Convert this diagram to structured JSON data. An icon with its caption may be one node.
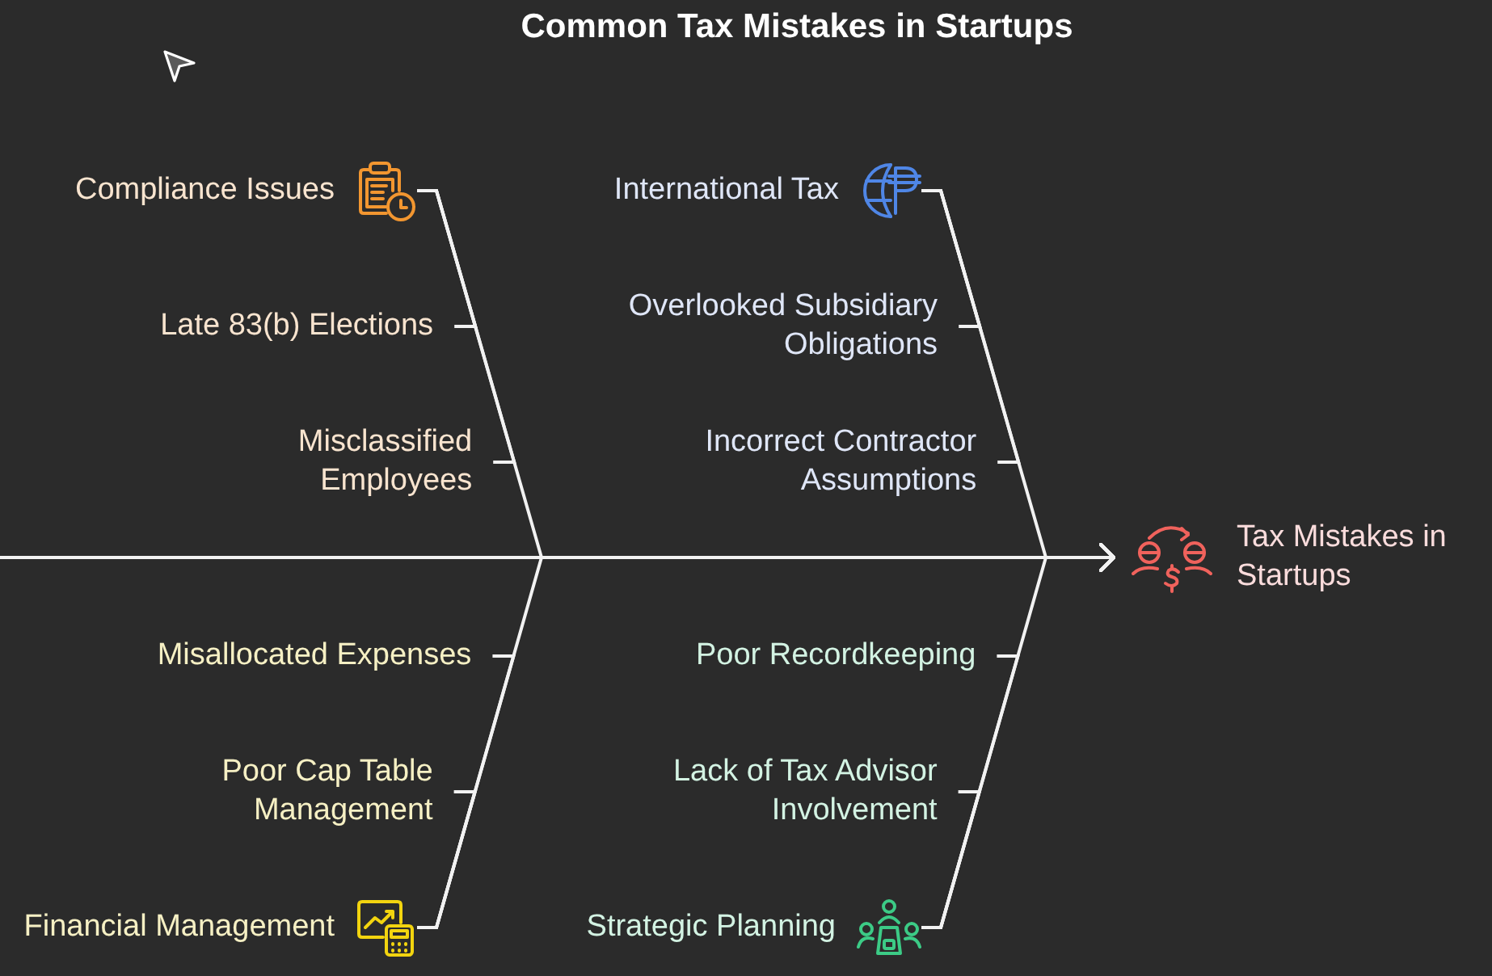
{
  "diagram": {
    "title": "Common Tax Mistakes in Startups",
    "nodes": [
      {
        "text": [
          "Compliance Issues"
        ]
      },
      {
        "text": [
          "Late 83(b) Elections"
        ]
      },
      {
        "text": [
          "Misclassified Employees"
        ]
      },
      {
        "text": [
          "International Tax"
        ]
      },
      {
        "text": [
          "Overlooked Subsidiary Obligations"
        ]
      },
      {
        "text": [
          "Incorrect Contractor Assumptions"
        ]
      },
      {
        "text": [
          "Tax Mistakes in Startups"
        ]
      },
      {
        "text": [
          "Misallocated Expenses"
        ]
      },
      {
        "text": [
          "Poor Cap Table Management"
        ]
      },
      {
        "text": [
          "Financial Management"
        ]
      },
      {
        "text": [
          "Poor Recordkeeping"
        ]
      },
      {
        "text": [
          "Lack of Tax Advisor Involvement"
        ]
      },
      {
        "text": [
          "Strategic Planning"
        ]
      }
    ],
    "edges": [
      {
        "from": 1,
        "to": 0,
        "arrow": "none"
      },
      {
        "from": 2,
        "to": 0,
        "arrow": "none"
      },
      {
        "from": 0,
        "to": 6,
        "arrow": "to"
      },
      {
        "from": 4,
        "to": 3,
        "arrow": "none"
      },
      {
        "from": 5,
        "to": 3,
        "arrow": "none"
      },
      {
        "from": 3,
        "to": 6,
        "arrow": "to"
      },
      {
        "from": null,
        "to": 6,
        "arrow": "to"
      },
      {
        "from": 7,
        "to": 9,
        "arrow": "none"
      },
      {
        "from": 8,
        "to": 9,
        "arrow": "none"
      },
      {
        "from": 9,
        "to": 6,
        "arrow": "to"
      },
      {
        "from": 10,
        "to": 12,
        "arrow": "none"
      },
      {
        "from": 11,
        "to": 12,
        "arrow": "none"
      },
      {
        "from": 12,
        "to": 6,
        "arrow": "to"
      }
    ]
  }
}
